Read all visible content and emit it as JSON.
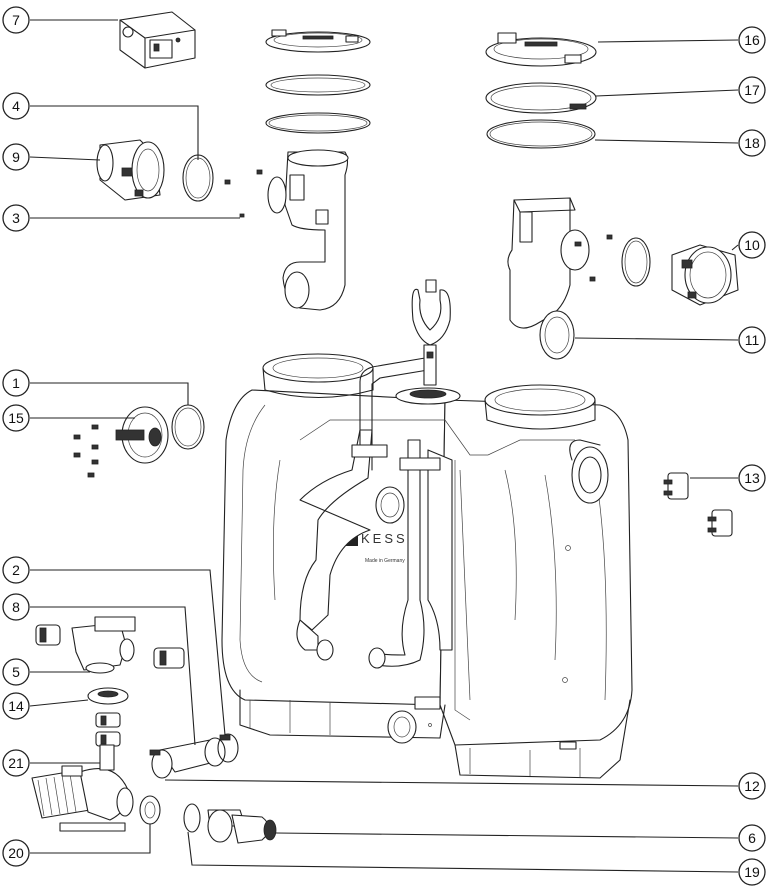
{
  "diagram": {
    "brand_text": "KESS",
    "made_in_text": "Made in Germany",
    "callouts": [
      {
        "id": "7",
        "label": "7"
      },
      {
        "id": "4",
        "label": "4"
      },
      {
        "id": "9",
        "label": "9"
      },
      {
        "id": "3",
        "label": "3"
      },
      {
        "id": "16",
        "label": "16"
      },
      {
        "id": "17",
        "label": "17"
      },
      {
        "id": "18",
        "label": "18"
      },
      {
        "id": "10",
        "label": "10"
      },
      {
        "id": "11",
        "label": "11"
      },
      {
        "id": "1",
        "label": "1"
      },
      {
        "id": "15",
        "label": "15"
      },
      {
        "id": "13",
        "label": "13"
      },
      {
        "id": "2",
        "label": "2"
      },
      {
        "id": "8",
        "label": "8"
      },
      {
        "id": "5",
        "label": "5"
      },
      {
        "id": "14",
        "label": "14"
      },
      {
        "id": "21",
        "label": "21"
      },
      {
        "id": "12",
        "label": "12"
      },
      {
        "id": "6",
        "label": "6"
      },
      {
        "id": "20",
        "label": "20"
      },
      {
        "id": "19",
        "label": "19"
      }
    ]
  }
}
